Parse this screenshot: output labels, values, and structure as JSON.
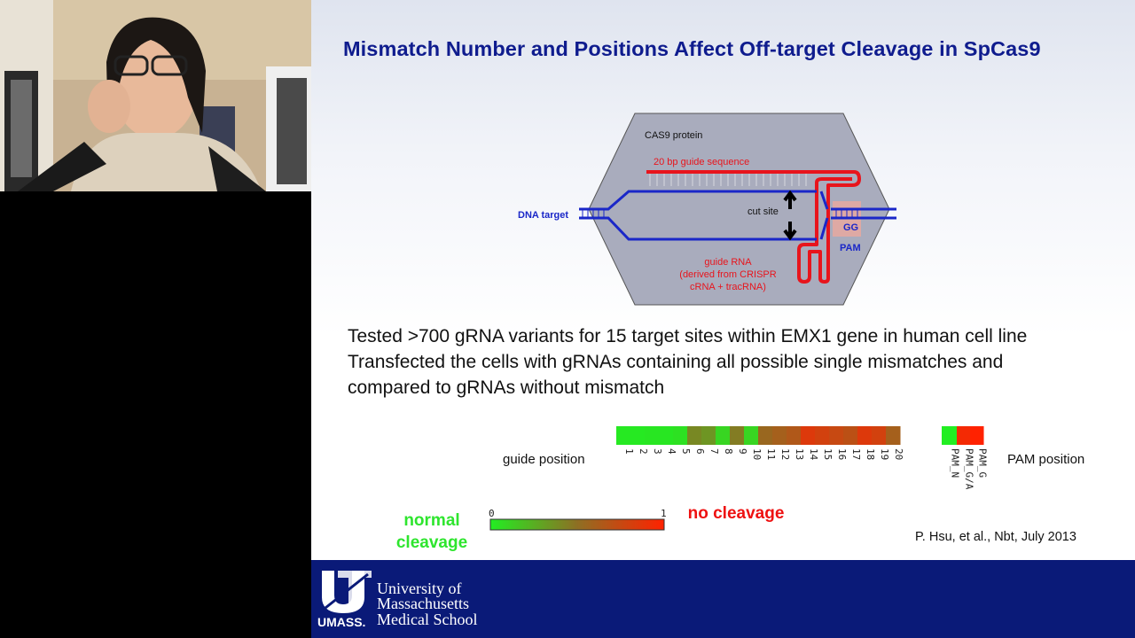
{
  "slide": {
    "title": "Mismatch Number and Positions Affect Off-target Cleavage in SpCas9",
    "diagram": {
      "cas9_label": "CAS9 protein",
      "guide_seq_label": "20 bp guide sequence",
      "dna_target_label": "DNA target",
      "cut_site_label": "cut site",
      "gg_label": "GG",
      "pam_label": "PAM",
      "guide_rna_label": [
        "guide RNA",
        "(derived from CRISPR",
        "cRNA + tracRNA)"
      ]
    },
    "bullets": [
      "Tested >700 gRNA variants for 15 target sites within EMX1 gene in human cell line",
      "Transfected the cells with gRNAs containing all possible single mismatches and",
      "compared to gRNAs without mismatch"
    ],
    "heatmap": {
      "guide_position_label": "guide position",
      "pam_position_label": "PAM position",
      "guide_positions": [
        "1",
        "2",
        "3",
        "4",
        "5",
        "6",
        "7",
        "8",
        "9",
        "10",
        "11",
        "12",
        "13",
        "14",
        "15",
        "16",
        "17",
        "18",
        "19",
        "20"
      ],
      "guide_values": [
        0.02,
        0.02,
        0.03,
        0.03,
        0.05,
        0.4,
        0.35,
        0.1,
        0.45,
        0.1,
        0.55,
        0.6,
        0.65,
        0.85,
        0.8,
        0.75,
        0.7,
        0.85,
        0.8,
        0.6
      ],
      "pam_labels": [
        "PAM_N",
        "PAM_G/A",
        "PAM_G"
      ],
      "pam_values": [
        0.0,
        0.95,
        1.0
      ],
      "scale_min": "0",
      "scale_max": "1",
      "normal_label": "normal cleavage",
      "no_cleavage_label": "no cleavage",
      "colors": {
        "low": "#22ee22",
        "mid": "#8e6f23",
        "high": "#ff2200"
      }
    },
    "citation": "P. Hsu,  et al., Nbt, July 2013"
  },
  "footer": {
    "logo_text": "UMASS.",
    "institution_lines": [
      "University of",
      "Massachusetts",
      "Medical School"
    ]
  }
}
